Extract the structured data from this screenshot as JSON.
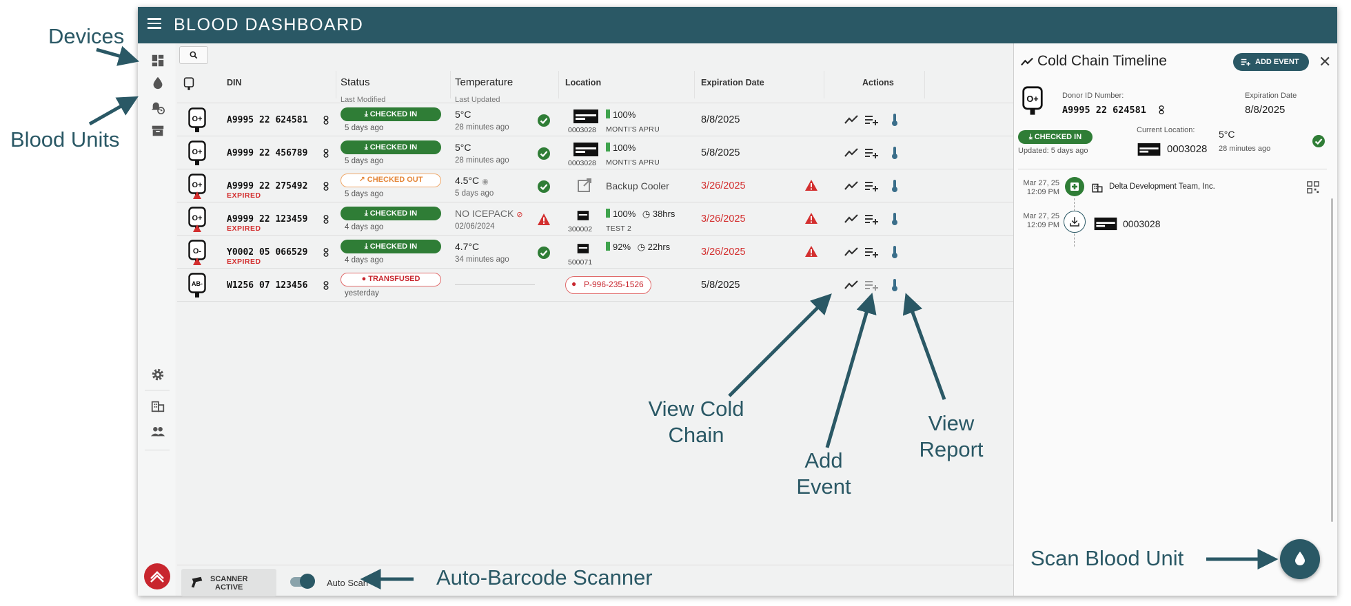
{
  "app": {
    "title": "BLOOD DASHBOARD",
    "brand_color": "#2a5865"
  },
  "table": {
    "headers": {
      "din": "DIN",
      "status": "Status",
      "status_sub": "Last Modified",
      "temperature": "Temperature",
      "temperature_sub": "Last Updated",
      "location": "Location",
      "expiration": "Expiration Date",
      "actions": "Actions"
    },
    "rows": [
      {
        "type": "O+",
        "din": "A9995 22 624581",
        "expired": "",
        "status": "CHECKED IN",
        "status_ago": "5 days ago",
        "temp": "5°C",
        "temp_sub": "28 minutes ago",
        "device_id": "0003028",
        "battery": "100%",
        "location": "MONTI'S APRU",
        "expiration": "8/8/2025"
      },
      {
        "type": "O+",
        "din": "A9999 22 456789",
        "expired": "",
        "status": "CHECKED IN",
        "status_ago": "5 days ago",
        "temp": "5°C",
        "temp_sub": "28 minutes ago",
        "device_id": "0003028",
        "battery": "100%",
        "location": "MONTI'S APRU",
        "expiration": "5/8/2025"
      },
      {
        "type": "O+",
        "din": "A9999 22 275492",
        "expired": "EXPIRED",
        "status": "CHECKED OUT",
        "status_ago": "5 days ago",
        "temp": "4.5°C",
        "temp_sub": "5 days ago",
        "location": "Backup Cooler",
        "expiration": "3/26/2025"
      },
      {
        "type": "O+",
        "din": "A9999 22 123459",
        "expired": "EXPIRED",
        "status": "CHECKED IN",
        "status_ago": "4 days ago",
        "temp": "NO ICEPACK",
        "temp_sub": "02/06/2024",
        "device_id": "300002",
        "battery": "100%",
        "duration": "38hrs",
        "location": "TEST 2",
        "expiration": "3/26/2025"
      },
      {
        "type": "O-",
        "din": "Y0002 05 066529",
        "expired": "EXPIRED",
        "status": "CHECKED IN",
        "status_ago": "4 days ago",
        "temp": "4.7°C",
        "temp_sub": "34 minutes ago",
        "device_id": "500071",
        "battery": "92%",
        "duration": "22hrs",
        "expiration": "3/26/2025"
      },
      {
        "type": "AB-",
        "din": "W1256 07 123456",
        "expired": "",
        "status": "TRANSFUSED",
        "status_ago": "yesterday",
        "patient": "P-996-235-1526",
        "expiration": "5/8/2025"
      }
    ]
  },
  "panel": {
    "title": "Cold Chain Timeline",
    "add_event": "ADD EVENT",
    "unit_type": "O+",
    "din_label": "Donor ID Number:",
    "din": "A9995 22 624581",
    "exp_label": "Expiration Date",
    "exp": "8/8/2025",
    "status": "CHECKED IN",
    "updated": "Updated: 5 days ago",
    "loc_label": "Current Location:",
    "loc_device": "0003028",
    "temp": "5°C",
    "temp_ago": "28 minutes ago",
    "timeline": [
      {
        "date": "Mar 27, 25",
        "time": "12:09 PM",
        "label": "Delta Development Team, Inc."
      },
      {
        "date": "Mar 27, 25",
        "time": "12:09 PM",
        "label": "0003028"
      }
    ]
  },
  "bottom": {
    "scanner_line1": "SCANNER",
    "scanner_line2": "ACTIVE",
    "auto_scan": "Auto Scan"
  },
  "annotations": {
    "devices": "Devices",
    "blood_units": "Blood Units",
    "view_cold_chain_1": "View Cold",
    "view_cold_chain_2": "Chain",
    "add_event_1": "Add",
    "add_event_2": "Event",
    "view_report_1": "View",
    "view_report_2": "Report",
    "scan_blood_unit": "Scan Blood Unit",
    "auto_barcode": "Auto-Barcode Scanner"
  }
}
